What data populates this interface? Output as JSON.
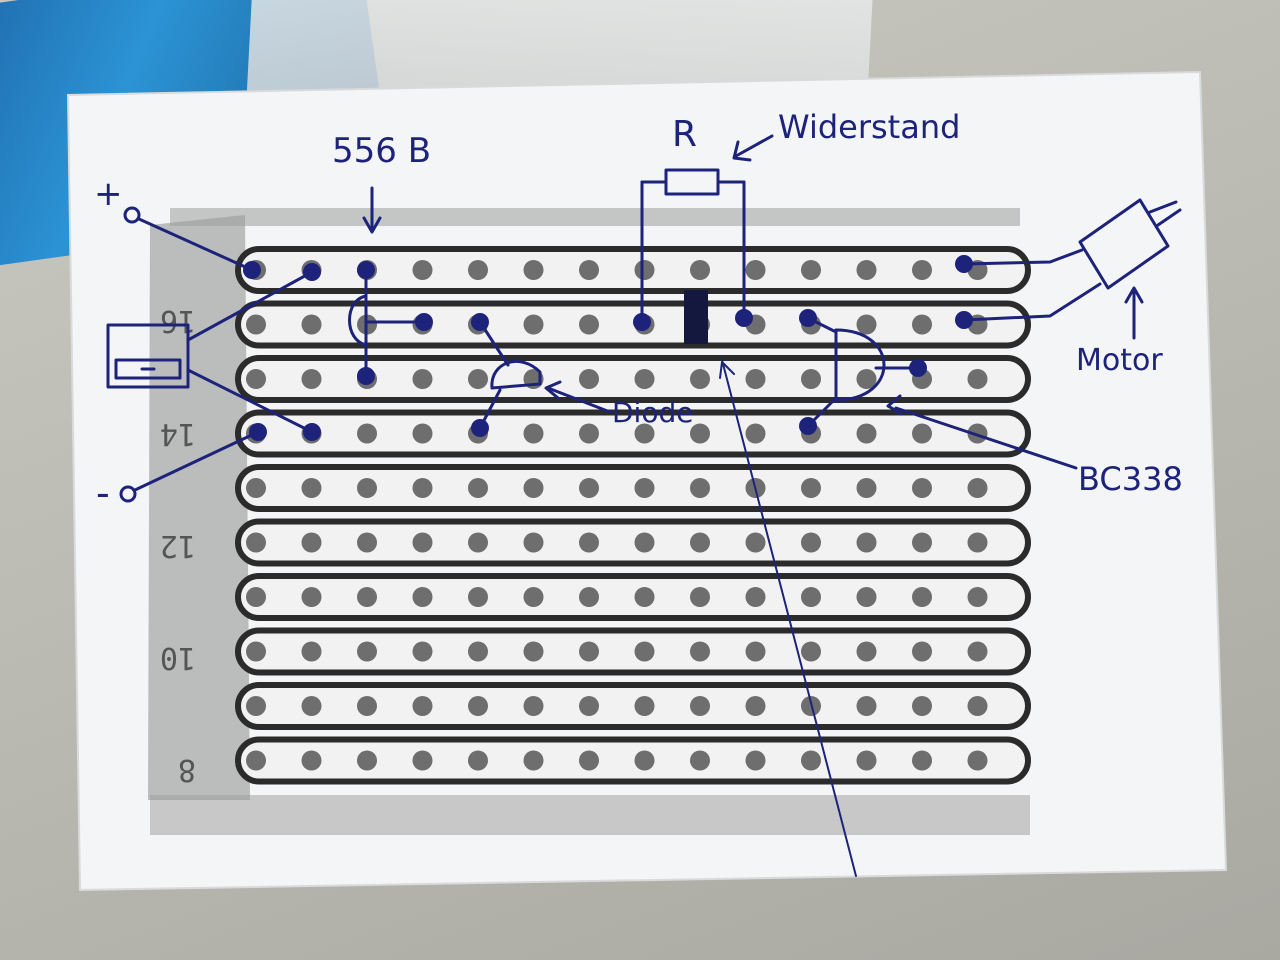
{
  "labels": {
    "plus": "+",
    "minus": "-",
    "ic": "556 B",
    "resistor_letter": "R",
    "resistor_name": "Widerstand",
    "motor": "Motor",
    "diode": "Diode",
    "transistor": "BC338"
  },
  "board_markings": [
    "16",
    "14",
    "12",
    "10",
    "8"
  ],
  "board": {
    "rows": 10,
    "columns": 14,
    "ink_color": "#1d237a",
    "strip_color": "#2b2b2b"
  }
}
